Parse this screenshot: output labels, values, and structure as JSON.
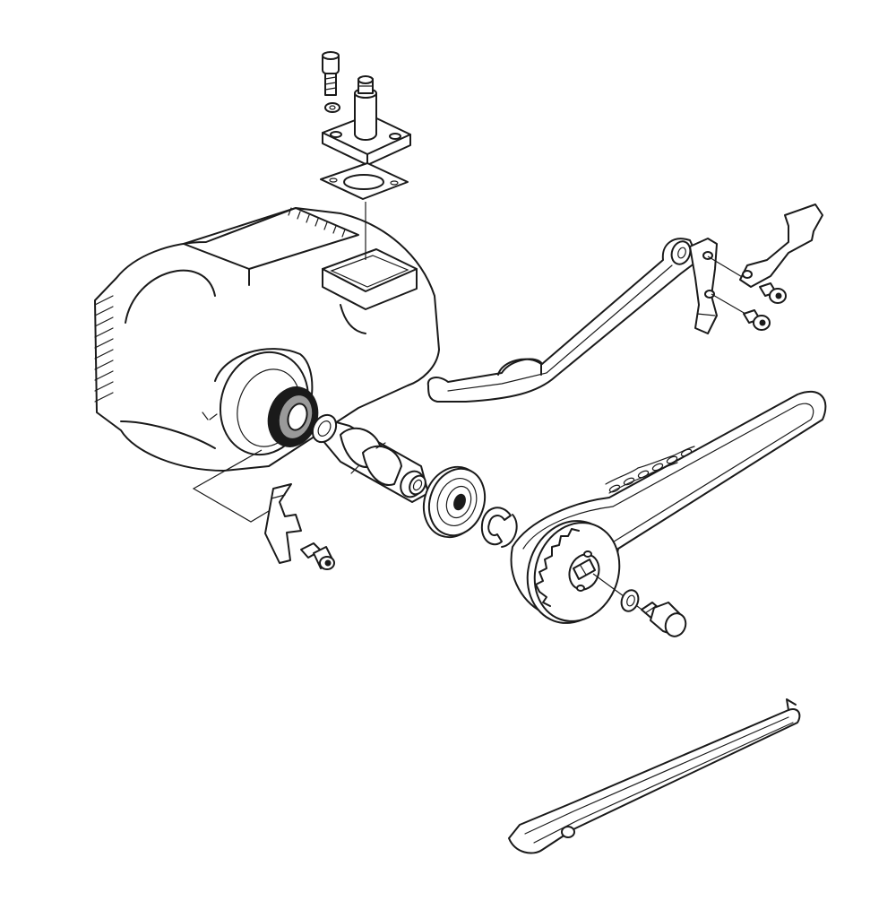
{
  "diagram": {
    "type": "exploded-parts-view",
    "line_color": "#1a1a1a",
    "fill_color": "#ffffff",
    "seal_fill": "#9a9a9a",
    "parts": [
      "cylinder-head",
      "tensioner-bolt",
      "tensioner-washer",
      "chain-tensioner",
      "tensioner-gasket",
      "camshaft-oil-seal",
      "camshaft",
      "ball-bearing",
      "bearing-circlip",
      "retainer-plate",
      "retainer-screw",
      "camshaft-sprocket",
      "sprocket-washer",
      "sprocket-bolt",
      "timing-chain",
      "tensioner-arm",
      "arm-pivot-bracket",
      "pivot-bolt-upper",
      "pivot-bolt-lower",
      "chain-guide"
    ]
  }
}
